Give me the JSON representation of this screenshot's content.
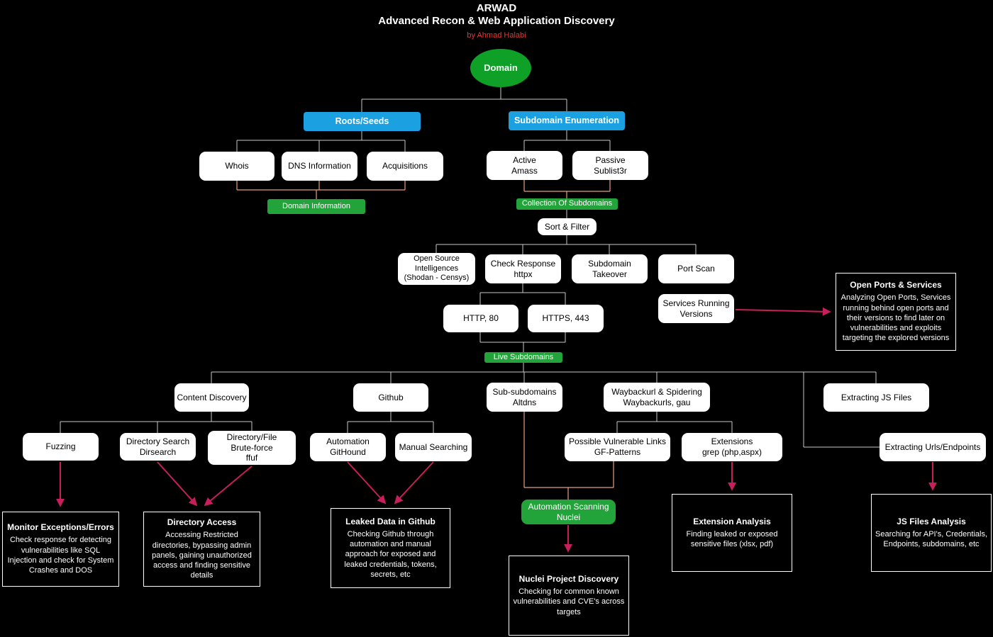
{
  "title": {
    "app": "ARWAD",
    "subtitle": "Advanced Recon & Web Application Discovery",
    "author": "by Ahmad Halabi"
  },
  "colors": {
    "background": "#000000",
    "node_blue": "#1BA1E2",
    "node_green_ellipse": "#0FA127",
    "node_green_tag": "#23A43B",
    "arrow_red": "#C81E5B",
    "connector_orange": "#E3A080",
    "connector_white": "#C9C9C9",
    "author_red": "#E53935",
    "node_white": "#FFFFFF"
  },
  "nodes": {
    "domain": "Domain",
    "roots_seeds": "Roots/Seeds",
    "subdomain_enumeration": "Subdomain Enumeration",
    "whois": "Whois",
    "dns_information": "DNS Information",
    "acquisitions": "Acquisitions",
    "domain_information": "Domain Information",
    "active_amass": "Active\nAmass",
    "passive_sublist3r": "Passive\nSublist3r",
    "collection_of_subdomains": "Collection Of Subdomains",
    "sort_filter": "Sort & Filter",
    "open_source_intelligences": "Open Source\nIntelligences\n(Shodan - Censys)",
    "check_response": "Check Response\nhttpx",
    "subdomain_takeover": "Subdomain\nTakeover",
    "port_scan": "Port Scan",
    "http_80": "HTTP, 80",
    "https_443": "HTTPS, 443",
    "services_running_versions": "Services Running\nVersions",
    "live_subdomains": "Live Subdomains",
    "content_discovery": "Content Discovery",
    "github": "Github",
    "sub_subdomains": "Sub-subdomains\nAltdns",
    "waybackurl_spidering": "Waybackurl & Spidering\nWaybackurls, gau",
    "extracting_js_files": "Extracting JS Files",
    "fuzzing": "Fuzzing",
    "directory_search": "Directory Search\nDirsearch",
    "directory_file_bruteforce": "Directory/File\nBrute-force\nffuf",
    "automation_githound": "Automation\nGitHound",
    "manual_searching": "Manual Searching",
    "possible_vulnerable_links": "Possible Vulnerable Links\nGF-Patterns",
    "extensions_grep": "Extensions\ngrep (php,aspx)",
    "extracting_urls_endpoints": "Extracting Urls/Endpoints",
    "automation_scanning_nuclei": "Automation Scanning\nNuclei"
  },
  "info_boxes": {
    "open_ports_services": {
      "title": "Open Ports & Services",
      "body": "Analyzing Open Ports, Services running behind open ports and their versions to find later on vulnerabilities and exploits targeting the explored versions"
    },
    "monitor_exceptions": {
      "title": "Monitor Exceptions/Errors",
      "body": "Check response for detecting vulnerabilities like SQL Injection and check for System Crashes and DOS"
    },
    "directory_access": {
      "title": "Directory Access",
      "body": "Accessing Restricted directories, bypassing admin panels, gaining unauthorized access and finding sensitive details"
    },
    "leaked_data_github": {
      "title": "Leaked Data in Github",
      "body": "Checking Github through automation and manual approach for exposed and leaked credentials, tokens, secrets, etc"
    },
    "nuclei_project_discovery": {
      "title": "Nuclei Project Discovery",
      "body": "Checking for common known vulnerabilities and CVE's across targets"
    },
    "extension_analysis": {
      "title": "Extension Analysis",
      "body": "Finding leaked or exposed sensitive files (xlsx, pdf)"
    },
    "js_files_analysis": {
      "title": "JS Files Analysis",
      "body": "Searching for API's, Credentials, Endpoints, subdomains, etc"
    }
  }
}
